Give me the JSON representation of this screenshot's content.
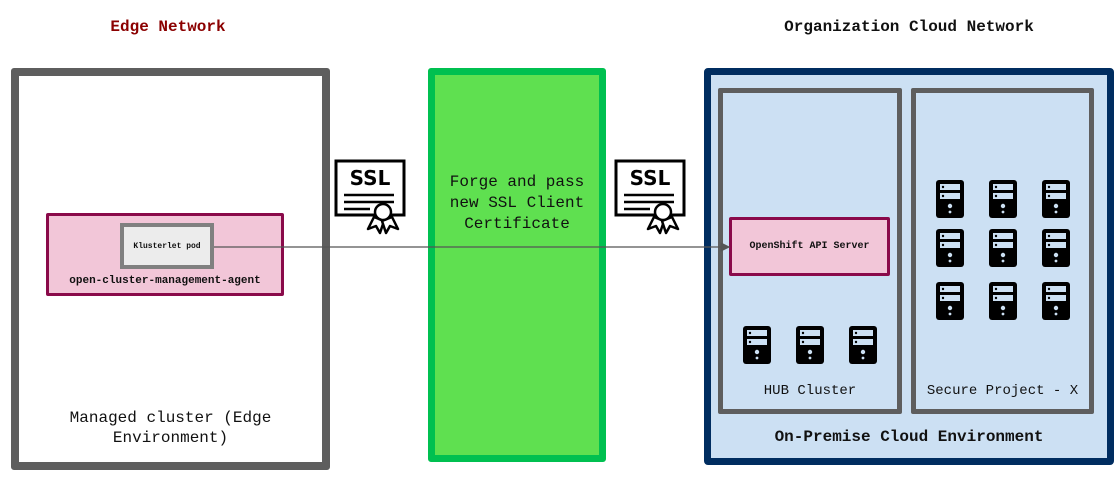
{
  "sections": {
    "edge_title": "Edge Network",
    "org_title": "Organization Cloud Network"
  },
  "managed_cluster": {
    "label": "Managed cluster (Edge Environment)",
    "agent": {
      "label": "open-cluster-management-agent",
      "pod_label": "Klusterlet pod"
    }
  },
  "transit": {
    "text": "Forge and pass new SSL Client Certificate",
    "certificates": [
      {
        "icon": "ssl-certificate-icon",
        "text": "SSL"
      },
      {
        "icon": "ssl-certificate-icon",
        "text": "SSL"
      }
    ]
  },
  "cloud": {
    "label": "On-Premise Cloud Environment",
    "hub": {
      "label": "HUB Cluster",
      "api_server": "OpenShift API Server",
      "server_count": 3
    },
    "secure_project": {
      "label": "Secure Project - X",
      "server_count": 9
    }
  },
  "colors": {
    "edge_title": "#8b0000",
    "managed_border": "#5e5e5e",
    "agent_fill": "#f2c6d8",
    "agent_border": "#8a0a4a",
    "transit_fill": "#5fe050",
    "transit_border": "#00c050",
    "cloud_fill": "#cce0f3",
    "cloud_border": "#002d60"
  }
}
